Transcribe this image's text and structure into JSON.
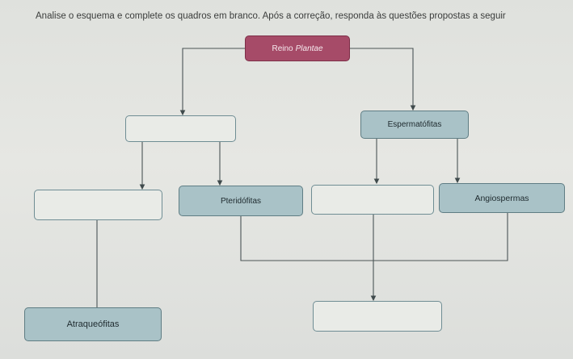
{
  "instruction": "Analise o esquema e complete os quadros em branco. Após a correção, responda às questões propostas a seguir",
  "diagram": {
    "root": {
      "label": "Reino",
      "label_italic": "Plantae"
    },
    "nodes": {
      "blank_level1_left": "",
      "espermatofitas": "Espermatófitas",
      "blank_level2_a": "",
      "pteridofitas": "Pteridófitas",
      "blank_level2_c": "",
      "angiospermas": "Angiospermas",
      "atraqueofitas": "Atraqueófitas",
      "blank_bottom_right": ""
    }
  }
}
